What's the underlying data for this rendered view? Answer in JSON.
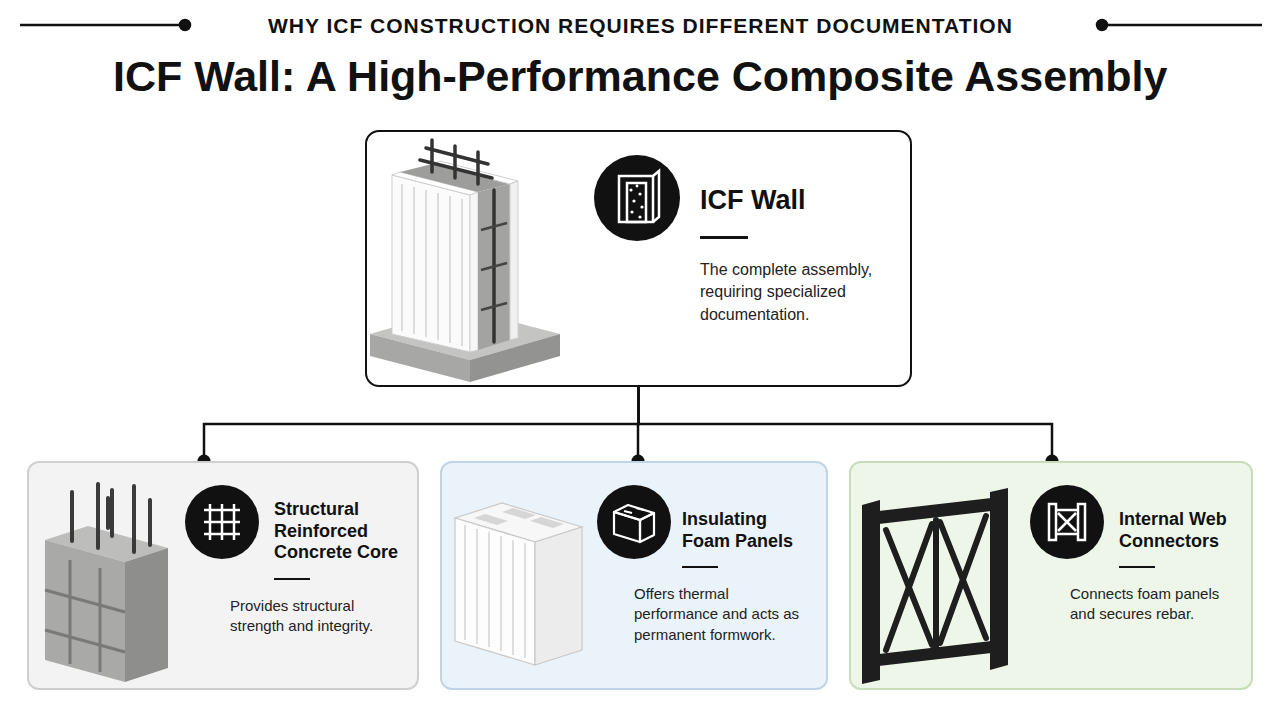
{
  "diagram": {
    "title": "ICF Wall: A High-Performance Composite Assembly",
    "nodes": [
      {
        "text": [
          "ICF Wall",
          "The complete assembly, requiring specialized documentation."
        ]
      },
      {
        "text": [
          "Structural Reinforced Concrete Core",
          "Provides structural strength and integrity."
        ]
      },
      {
        "text": [
          "Insulating Foam Panels",
          "Offers thermal performance and acts as permanent formwork."
        ]
      },
      {
        "text": [
          "Internal Web Connectors",
          "Connects foam panels and secures rebar."
        ]
      }
    ],
    "edges": [
      {
        "from": 0,
        "to": 1,
        "arrow": "none"
      },
      {
        "from": 0,
        "to": 2,
        "arrow": "none"
      },
      {
        "from": 0,
        "to": 3,
        "arrow": "none"
      }
    ],
    "labels": [
      "WHY ICF CONSTRUCTION REQUIRES DIFFERENT DOCUMENTATION"
    ]
  }
}
